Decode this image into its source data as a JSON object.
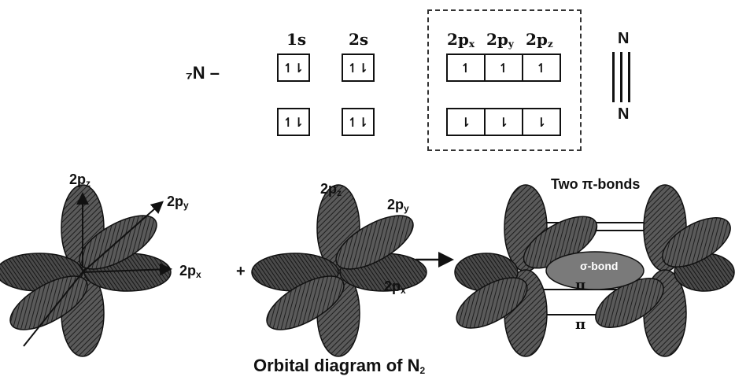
{
  "config": {
    "element_label": "₇N –",
    "level_labels": {
      "s1": "1s",
      "s2": "2s"
    },
    "p_labels": {
      "px": "2p",
      "py": "2p",
      "pz": "2p",
      "px_sub": "x",
      "py_sub": "y",
      "pz_sub": "z"
    },
    "paired_symbol": "↿⇂",
    "up_symbol": "↿",
    "down_symbol": "⇂",
    "bond_atom_top": "N",
    "bond_atom_bottom": "N"
  },
  "figure": {
    "left_atom_axes": {
      "z": "2p",
      "z_sub": "z",
      "y": "2p",
      "y_sub": "y",
      "x": "2p",
      "x_sub": "x"
    },
    "plus_sign": "+",
    "middle_atom_axes": {
      "z": "2p",
      "z_sub": "z",
      "y": "2p",
      "y_sub": "y",
      "x": "2p",
      "x_sub": "x"
    },
    "arrow": "→",
    "two_pi_bonds_label": "Two π-bonds",
    "sigma_label": "σ-bond",
    "pi_label_1": "π",
    "pi_label_2": "π",
    "caption_main": "Orbital diagram of N",
    "caption_sub": "2"
  }
}
